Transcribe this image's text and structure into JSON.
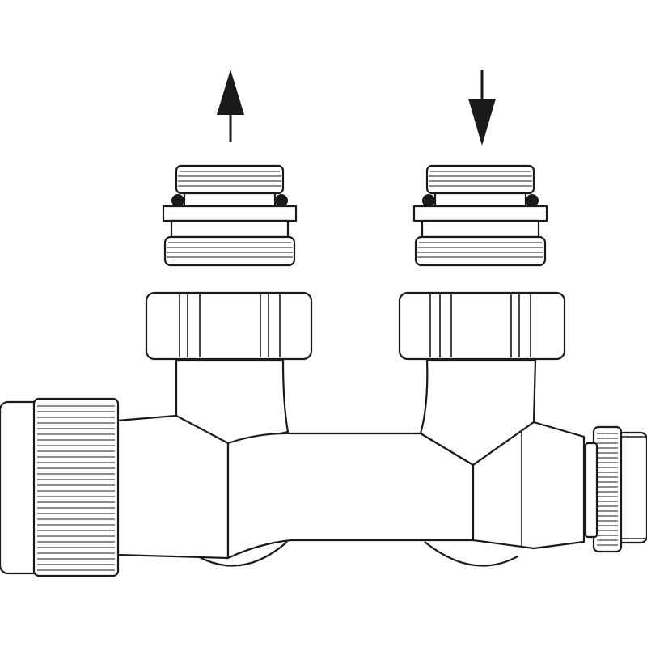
{
  "diagram": {
    "flow_directions": [
      "up",
      "down"
    ],
    "connections": [
      "left-outlet",
      "right-inlet"
    ],
    "line_color": "#1a1a1a",
    "fill_color": "#ffffff"
  }
}
